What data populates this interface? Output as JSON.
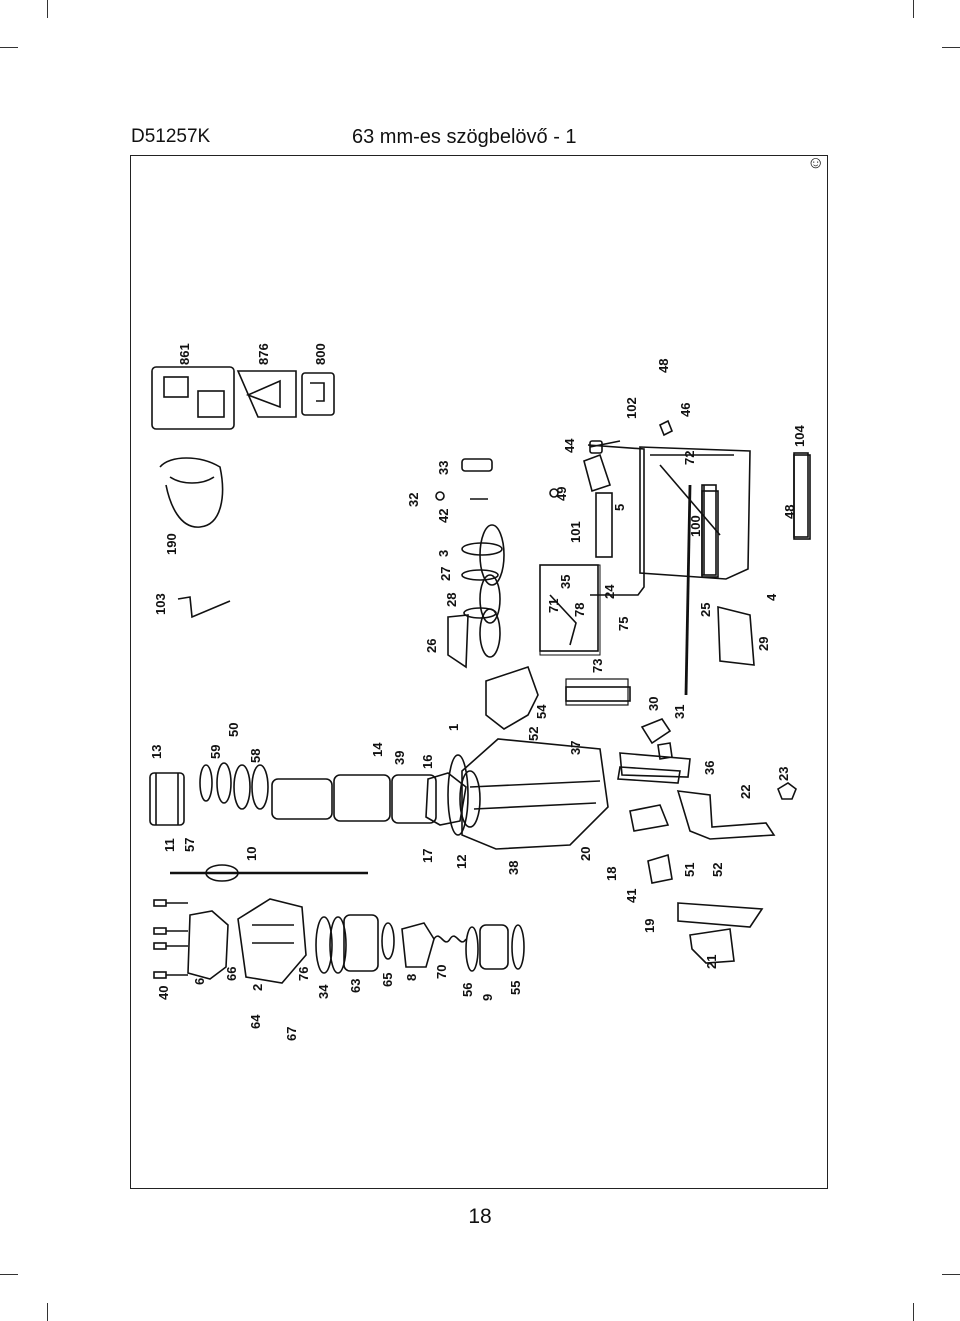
{
  "header": {
    "code": "D51257K",
    "title": "63 mm-es szögbelövő - 1"
  },
  "corner_mark": "☺",
  "page_number": "18",
  "callouts": [
    "861",
    "876",
    "800",
    "190",
    "103",
    "13",
    "11",
    "57",
    "40",
    "6",
    "66",
    "2",
    "64",
    "67",
    "76",
    "34",
    "63",
    "65",
    "8",
    "70",
    "56",
    "9",
    "55",
    "10",
    "59",
    "50",
    "58",
    "14",
    "39",
    "16",
    "17",
    "12",
    "38",
    "1",
    "54",
    "52",
    "37",
    "20",
    "18",
    "41",
    "51",
    "52",
    "19",
    "21",
    "26",
    "28",
    "27",
    "3",
    "42",
    "32",
    "33",
    "35",
    "71",
    "78",
    "73",
    "75",
    "24",
    "101",
    "49",
    "44",
    "5",
    "30",
    "31",
    "36",
    "22",
    "23",
    "25",
    "29",
    "100",
    "72",
    "102",
    "48",
    "46",
    "4",
    "48",
    "104"
  ]
}
